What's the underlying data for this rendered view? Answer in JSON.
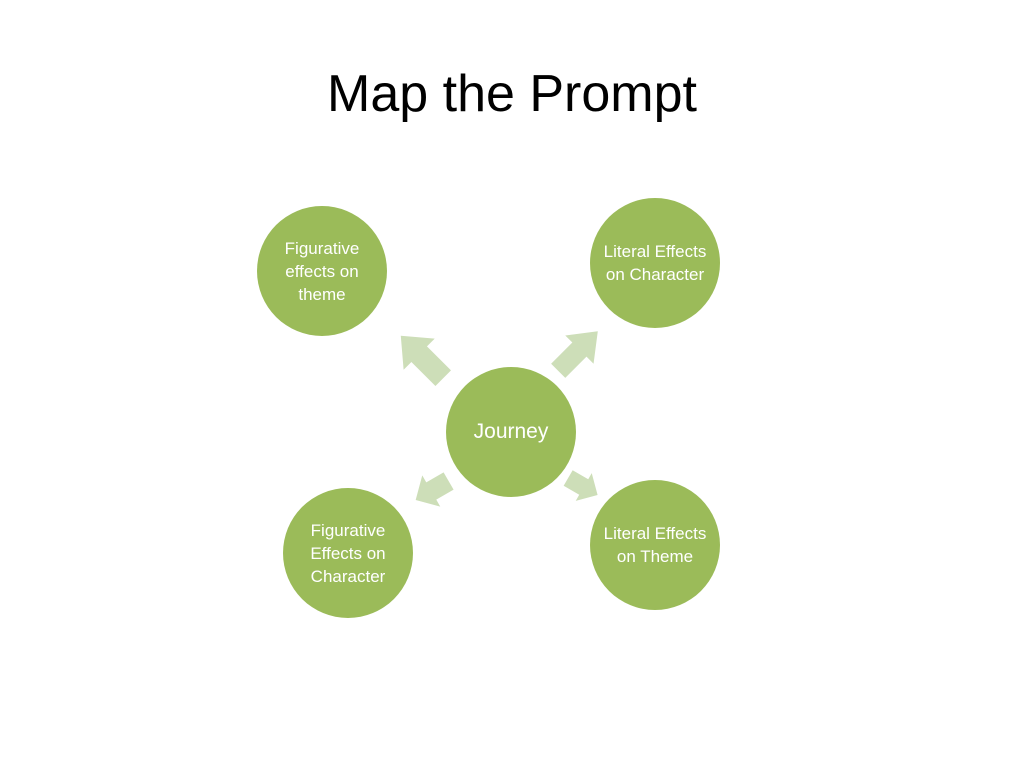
{
  "title": "Map the Prompt",
  "colors": {
    "node_fill": "#9bbb59",
    "arrow_fill": "#cddeb8",
    "node_text": "#ffffff"
  },
  "diagram": {
    "center": {
      "label": "Journey"
    },
    "nodes": {
      "top_left": {
        "label": "Figurative effects on theme"
      },
      "top_right": {
        "label": "Literal Effects on Character"
      },
      "bottom_left": {
        "label": "Figurative Effects on Character"
      },
      "bottom_right": {
        "label": "Literal Effects on Theme"
      }
    }
  }
}
